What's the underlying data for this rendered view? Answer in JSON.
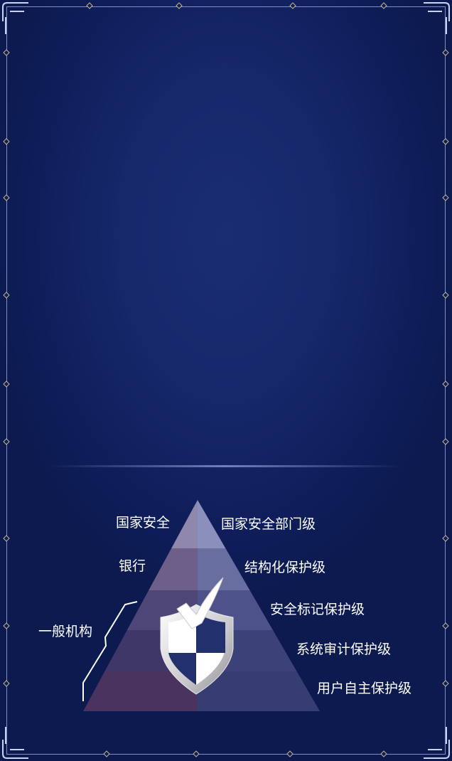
{
  "left_labels": {
    "national_security": "国家安全",
    "bank": "银行",
    "general_org": "一般机构"
  },
  "right_levels": [
    "国家安全部门级",
    "结构化保护级",
    "安全标记保护级",
    "系统审计保护级",
    "用户自主保护级"
  ],
  "icons": [
    "shield-check-icon"
  ],
  "colors": {
    "background": "#0e1c57",
    "frame": "#a9b6dc",
    "text": "#ffffff"
  }
}
